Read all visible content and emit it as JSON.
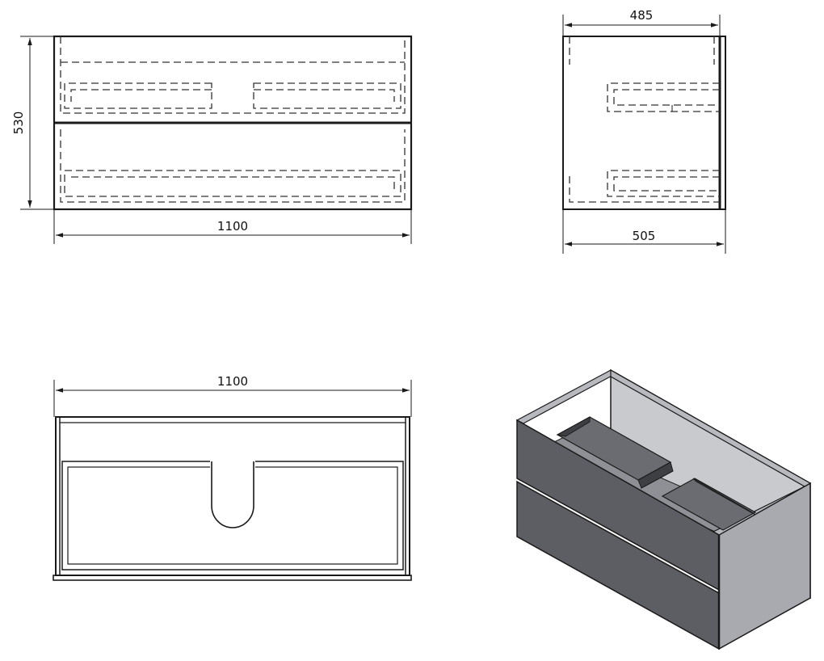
{
  "front_view": {
    "width_label": "1100",
    "height_label": "530"
  },
  "side_view": {
    "top_depth_label": "485",
    "bottom_depth_label": "505"
  },
  "top_view": {
    "width_label": "1100"
  },
  "iso_view": {
    "fill_front": "#5d5e63",
    "fill_side": "#a9aab0",
    "fill_interior": "#8f9095"
  }
}
